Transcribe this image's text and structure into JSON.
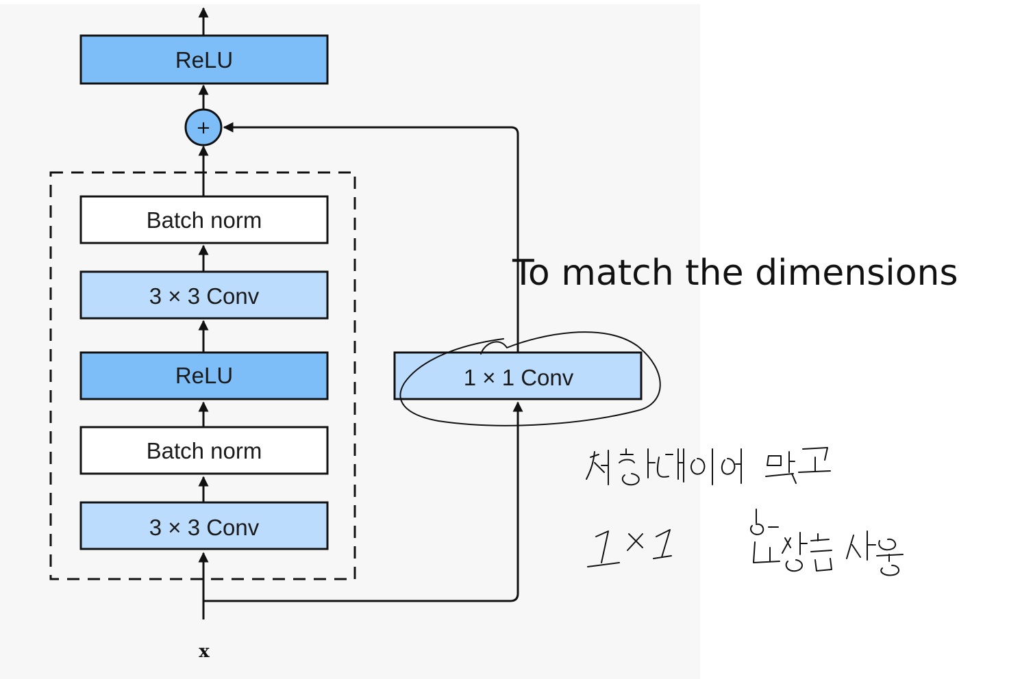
{
  "diagram": {
    "input_label": "x",
    "sum_symbol": "+",
    "blocks": {
      "relu_top": "ReLU",
      "batch_norm_upper": "Batch norm",
      "conv_upper": "3 × 3 Conv",
      "relu_mid": "ReLU",
      "batch_norm_lower": "Batch norm",
      "conv_lower": "3 × 3 Conv",
      "conv_1x1": "1 × 1 Conv"
    }
  },
  "annotations": {
    "typed_note": "To match the dimensions",
    "handwritten_line1": "선형레이어 말고",
    "handwritten_line2": "1×1 합성곱 사용"
  },
  "colors": {
    "relu_fill": "#7dbdf8",
    "conv_fill": "#bcdcfd",
    "norm_fill": "#ffffff",
    "sum_fill": "#7dbdf8",
    "panel_bg": "#f7f7f7",
    "stroke": "#111111"
  }
}
